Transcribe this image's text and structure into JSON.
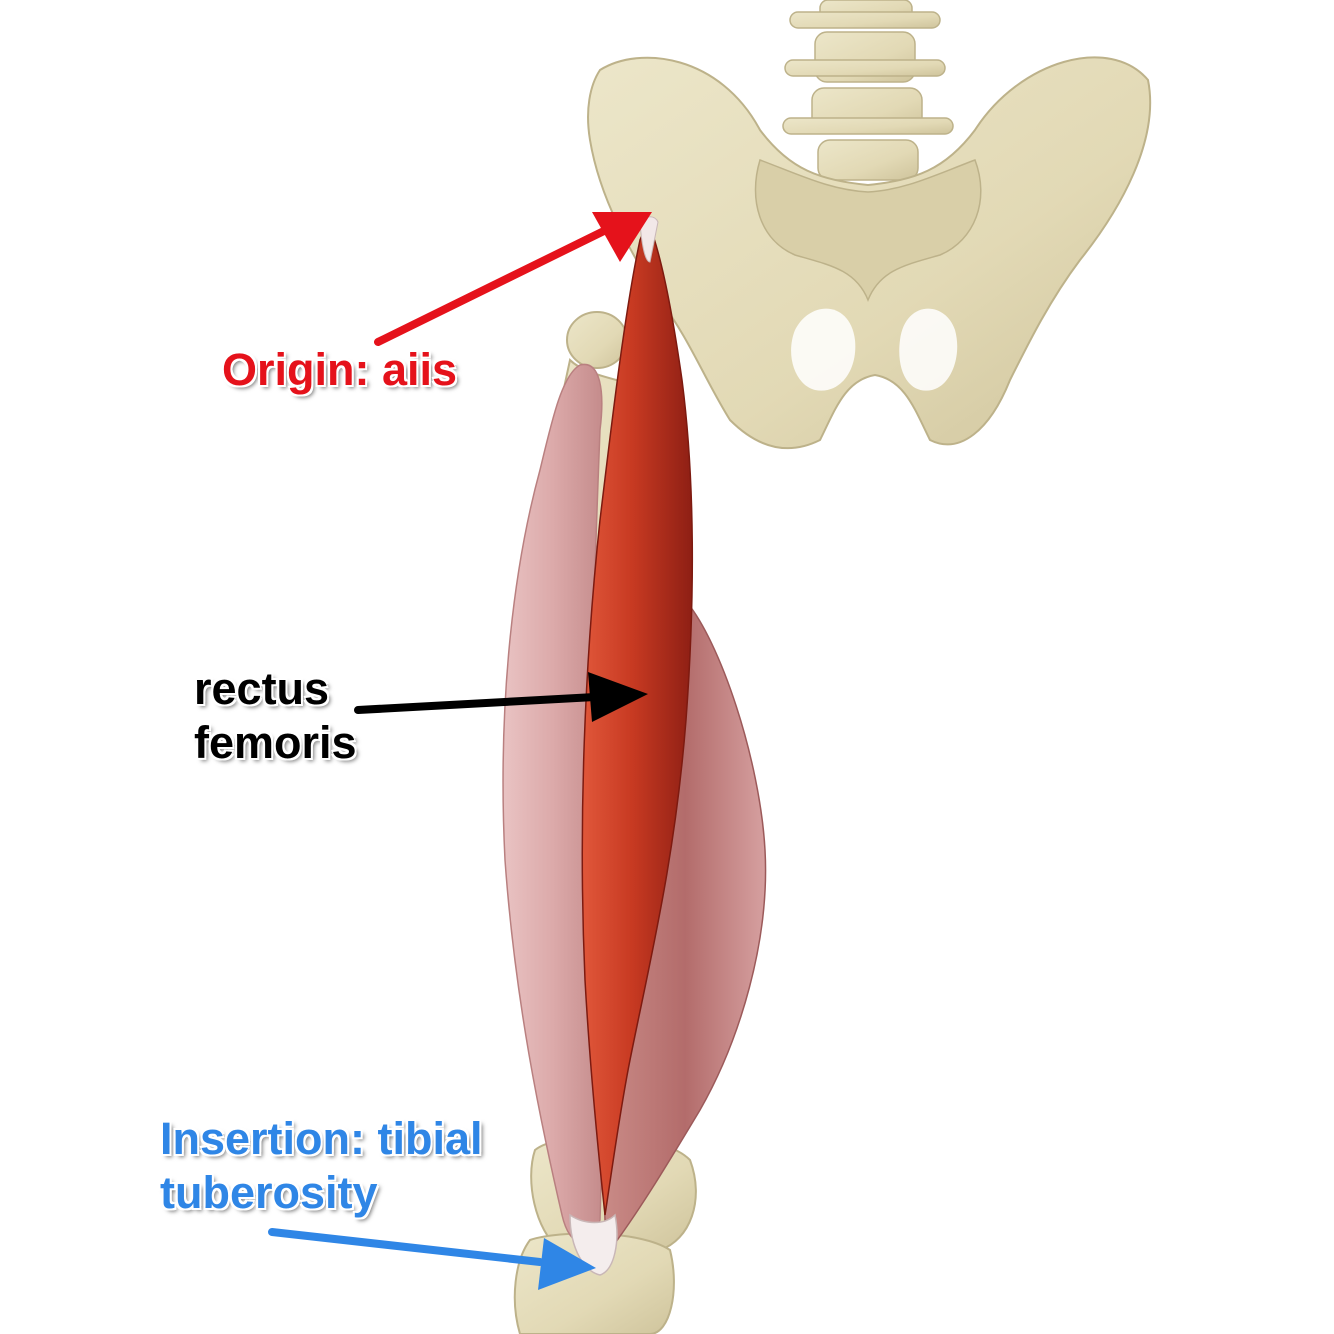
{
  "labels": {
    "origin": {
      "text": "Origin: aiis"
    },
    "muscle": {
      "line1": "rectus",
      "line2": "femoris"
    },
    "insertion": {
      "line1": "Insertion: tibial",
      "line2": "tuberosity"
    }
  },
  "colors": {
    "origin_label": "#e5121b",
    "muscle_label": "#000000",
    "insertion_label": "#2f86e6",
    "bone": "#e4dcbb",
    "rectus_femoris": "#c8321e",
    "vastus": "#d9a6a6"
  },
  "icons": {
    "origin_arrow": "red-arrow-icon",
    "muscle_arrow": "black-arrow-icon",
    "insertion_arrow": "blue-arrow-icon"
  }
}
